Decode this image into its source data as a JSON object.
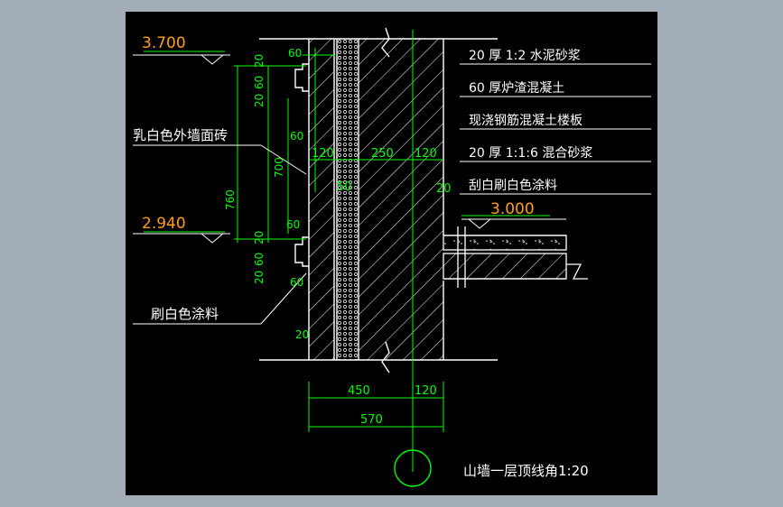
{
  "colors": {
    "background": "#a3adb8",
    "canvas": "#000000",
    "line": "#ffffff",
    "dimension": "#00ff00",
    "elevation": "#ff9f1a",
    "hatch": "#ffffff"
  },
  "elevations": {
    "top": "3.700",
    "mid": "2.940",
    "slab": "3.000"
  },
  "dims": {
    "d60a": "60",
    "d20a": "20",
    "d60b": "60",
    "d20b": "20",
    "d60c": "60",
    "d760": "760",
    "d700": "700",
    "d60d": "60",
    "d20c": "20",
    "d60e": "60",
    "d20d": "20",
    "d60f": "60",
    "d20e": "20",
    "w120a": "120",
    "w250": "250",
    "w120b": "120",
    "w20": "20",
    "w50": "50",
    "b450": "450",
    "b120": "120",
    "b570": "570"
  },
  "notes": {
    "n1": "20  厚 1:2 水泥砂浆",
    "n2": "60  厚炉渣混凝土",
    "n3": "现浇钢筋混凝土楼板",
    "n4": "20  厚 1:1:6 混合砂浆",
    "n5": "刮白刷白色涂料"
  },
  "leaders": {
    "tile": "乳白色外墙面砖",
    "paint": "刷白色涂料"
  },
  "title": "山墙一层顶线角1:20"
}
